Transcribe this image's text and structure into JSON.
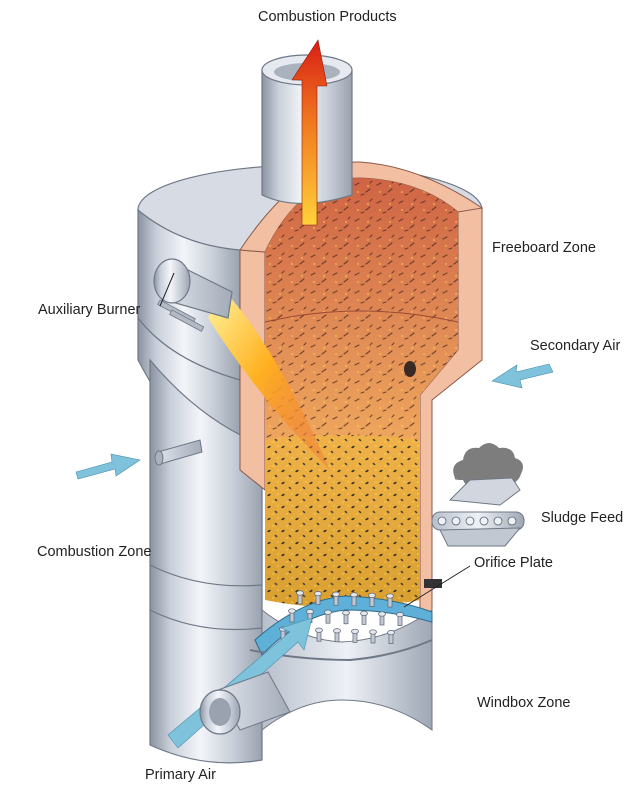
{
  "diagram": {
    "labels": {
      "combustion_products": "Combustion Products",
      "freeboard_zone": "Freeboard Zone",
      "auxiliary_burner": "Auxiliary Burner",
      "secondary_air": "Secondary Air",
      "sludge_feed": "Sludge Feed",
      "combustion_zone": "Combustion Zone",
      "orifice_plate": "Orifice Plate",
      "windbox_zone": "Windbox Zone",
      "primary_air": "Primary Air"
    },
    "colors": {
      "shell_light": "#eef1f6",
      "shell_mid": "#b9c0cc",
      "shell_dark": "#7c8594",
      "refractory": "#f2b79a",
      "freeboard_top": "#d9714a",
      "freeboard_bottom": "#f0a060",
      "bed": "#e8b030",
      "air_arrow": "#7ec2dc",
      "exhaust_arrow": "#e8301c",
      "flame": "#ffb020",
      "smoke": "#6e6e6e"
    }
  }
}
